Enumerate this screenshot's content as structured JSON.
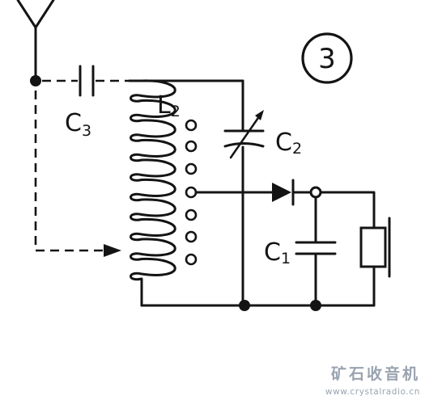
{
  "diagram": {
    "figure_number": "3",
    "labels": {
      "c3": {
        "main": "C",
        "sub": "3"
      },
      "l2": {
        "main": "L",
        "sub": "2"
      },
      "c2": {
        "main": "C",
        "sub": "2"
      },
      "c1": {
        "main": "C",
        "sub": "1"
      }
    }
  },
  "watermark": {
    "title": "矿石收音机",
    "url": "www.crystalradio.cn",
    "color": "#9aa3b0"
  },
  "colors": {
    "ink": "#141414",
    "background": "#ffffff"
  }
}
